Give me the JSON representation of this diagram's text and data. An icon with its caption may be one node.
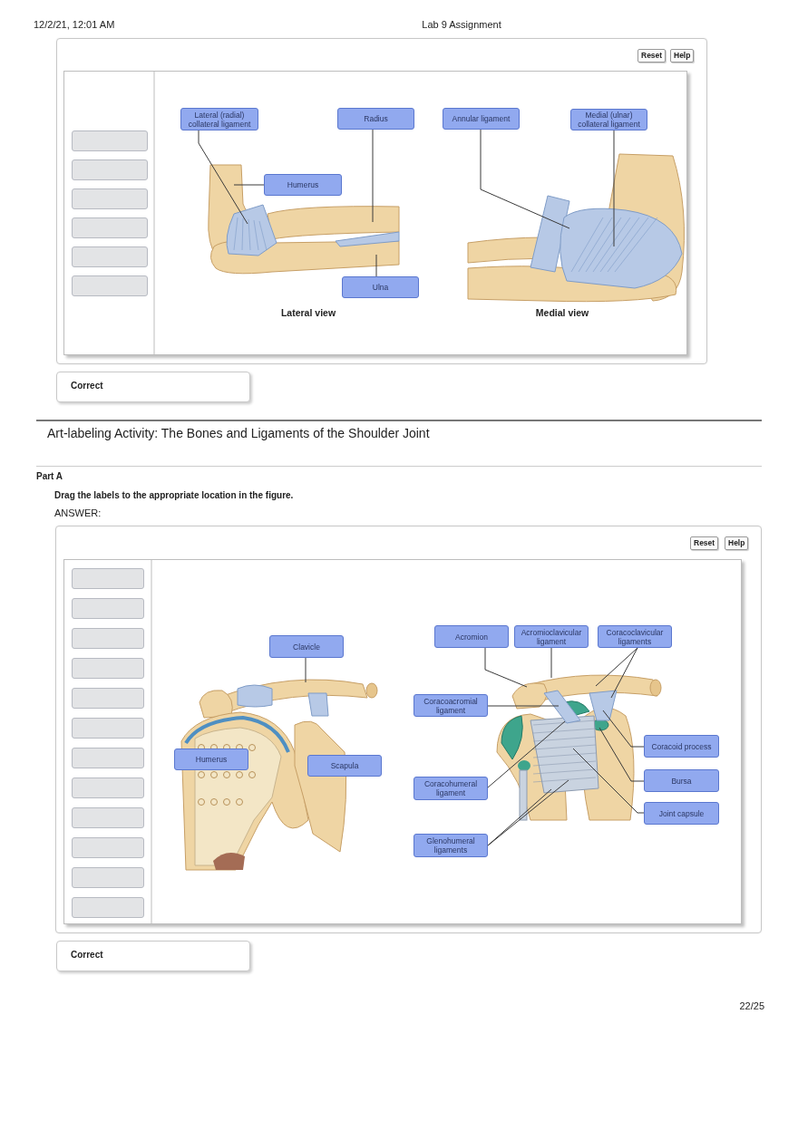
{
  "diagram": {
    "title": "Art-labeling Activity: The Bones and Ligaments of the Shoulder Joint",
    "nodes": [
      {
        "text": [],
        "shape": "box"
      },
      {
        "text": [],
        "shape": "box"
      },
      {
        "text": [],
        "shape": "box"
      },
      {
        "text": [],
        "shape": "box"
      },
      {
        "text": [],
        "shape": "box"
      },
      {
        "text": [],
        "shape": "box"
      },
      {
        "text": [
          "Lateral (radial) collateral ligament"
        ]
      },
      {
        "text": [
          "Radius"
        ]
      },
      {
        "text": [
          "Annular ligament"
        ]
      },
      {
        "text": [
          "Medial (ulnar) collateral ligament"
        ]
      },
      {
        "text": [
          "Humerus"
        ]
      },
      {
        "text": [
          "Ulna"
        ]
      },
      {
        "text": [],
        "shape": "box"
      },
      {
        "text": [],
        "shape": "box"
      },
      {
        "text": [],
        "shape": "box"
      },
      {
        "text": [],
        "shape": "box"
      },
      {
        "text": [],
        "shape": "box"
      },
      {
        "text": [],
        "shape": "box"
      },
      {
        "text": [],
        "shape": "box"
      },
      {
        "text": [],
        "shape": "box"
      },
      {
        "text": [],
        "shape": "box"
      },
      {
        "text": [],
        "shape": "box"
      },
      {
        "text": [],
        "shape": "box"
      },
      {
        "text": [],
        "shape": "box"
      },
      {
        "text": [
          "Acromion"
        ]
      },
      {
        "text": [
          "Acromioclavicular ligament"
        ]
      },
      {
        "text": [
          "Coracoclavicular ligaments"
        ]
      },
      {
        "text": [
          "Clavicle"
        ]
      },
      {
        "text": [
          "Coracoacromial ligament"
        ]
      },
      {
        "text": [
          "Coracoid process"
        ]
      },
      {
        "text": [
          "Humerus"
        ]
      },
      {
        "text": [
          "Scapula"
        ]
      },
      {
        "text": [
          "Bursa"
        ]
      },
      {
        "text": [
          "Coracohumeral ligament"
        ]
      },
      {
        "text": [
          "Joint capsule"
        ]
      },
      {
        "text": [
          "Glenohumeral ligaments"
        ]
      }
    ],
    "edges": [
      {
        "from": 6,
        "to": null,
        "arrow": "none"
      },
      {
        "from": 7,
        "to": null,
        "arrow": "none"
      },
      {
        "from": 8,
        "to": null,
        "arrow": "none"
      },
      {
        "from": 9,
        "to": null,
        "arrow": "none"
      },
      {
        "from": 10,
        "to": null,
        "arrow": "none"
      },
      {
        "from": 11,
        "to": null,
        "arrow": "none"
      },
      {
        "from": 24,
        "to": null,
        "arrow": "none"
      },
      {
        "from": 25,
        "to": null,
        "arrow": "none"
      },
      {
        "from": 26,
        "to": null,
        "arrow": "none"
      },
      {
        "from": 26,
        "to": null,
        "arrow": "none"
      },
      {
        "from": 27,
        "to": null,
        "arrow": "none"
      },
      {
        "from": 28,
        "to": null,
        "arrow": "none"
      },
      {
        "from": 29,
        "to": null,
        "arrow": "none"
      },
      {
        "from": 32,
        "to": null,
        "arrow": "none"
      },
      {
        "from": 33,
        "to": null,
        "arrow": "none"
      },
      {
        "from": 34,
        "to": null,
        "arrow": "none"
      },
      {
        "from": 35,
        "to": null,
        "arrow": "none"
      },
      {
        "from": 35,
        "to": null,
        "arrow": "none"
      }
    ],
    "labels": [
      "12/2/21, 12:01 AM",
      "Lab 9 Assignment",
      "Reset",
      "Help",
      "Lateral view",
      "Medial view",
      "Correct",
      "Part A",
      "Drag the labels to the appropriate location in the figure.",
      "ANSWER:",
      "Reset",
      "Help",
      "Correct",
      "22/25"
    ]
  }
}
